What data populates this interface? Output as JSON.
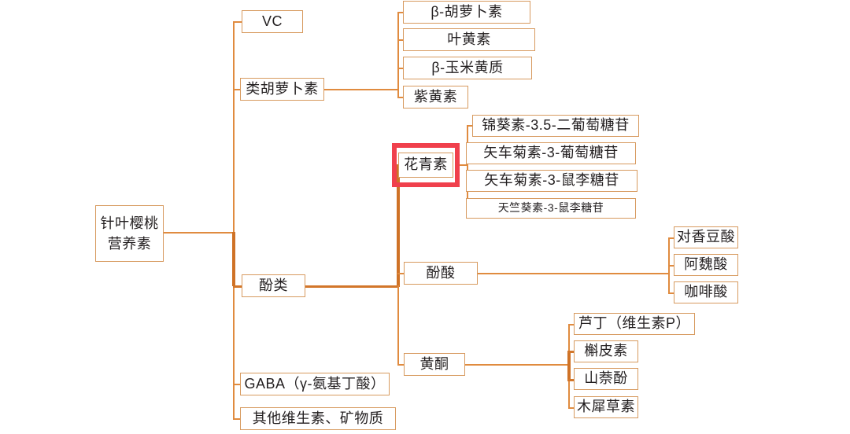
{
  "diagram": {
    "title": "针叶樱桃营养素",
    "type": "mind-map",
    "accent_color": "#e08b3f",
    "node_border_color": "#d79a5f",
    "highlight_color": "#f0404c",
    "text_color": "#231f20",
    "background": "#ffffff"
  },
  "root": {
    "line1": "针叶樱桃",
    "line2": "营养素"
  },
  "level1": [
    {
      "id": "vc",
      "label": "VC"
    },
    {
      "id": "carotenoid",
      "label": "类胡萝卜素"
    },
    {
      "id": "phenolics",
      "label": "酚类"
    },
    {
      "id": "gaba",
      "label": "GABA（γ-氨基丁酸）"
    },
    {
      "id": "others",
      "label": "其他维生素、矿物质"
    }
  ],
  "carotenoid_children": [
    {
      "label": "β-胡萝卜素"
    },
    {
      "label": "叶黄素"
    },
    {
      "label": "β-玉米黄质"
    },
    {
      "label": "紫黄素"
    }
  ],
  "phenolics_children": [
    {
      "id": "anthocyanin",
      "label": "花青素",
      "highlighted": true
    },
    {
      "id": "phenolic-acid",
      "label": "酚酸",
      "highlighted": false
    },
    {
      "id": "flavone",
      "label": "黄酮",
      "highlighted": false
    }
  ],
  "anthocyanin_children": [
    {
      "label": "锦葵素-3.5-二葡萄糖苷"
    },
    {
      "label": "矢车菊素-3-葡萄糖苷"
    },
    {
      "label": "矢车菊素-3-鼠李糖苷"
    },
    {
      "label": "天竺葵素-3-鼠李糖苷"
    }
  ],
  "phenolic_acid_children": [
    {
      "label": "对香豆酸"
    },
    {
      "label": "阿魏酸"
    },
    {
      "label": "咖啡酸"
    }
  ],
  "flavone_children": [
    {
      "label": "芦丁（维生素P）"
    },
    {
      "label": "槲皮素"
    },
    {
      "label": "山萘酚"
    },
    {
      "label": "木犀草素"
    }
  ]
}
